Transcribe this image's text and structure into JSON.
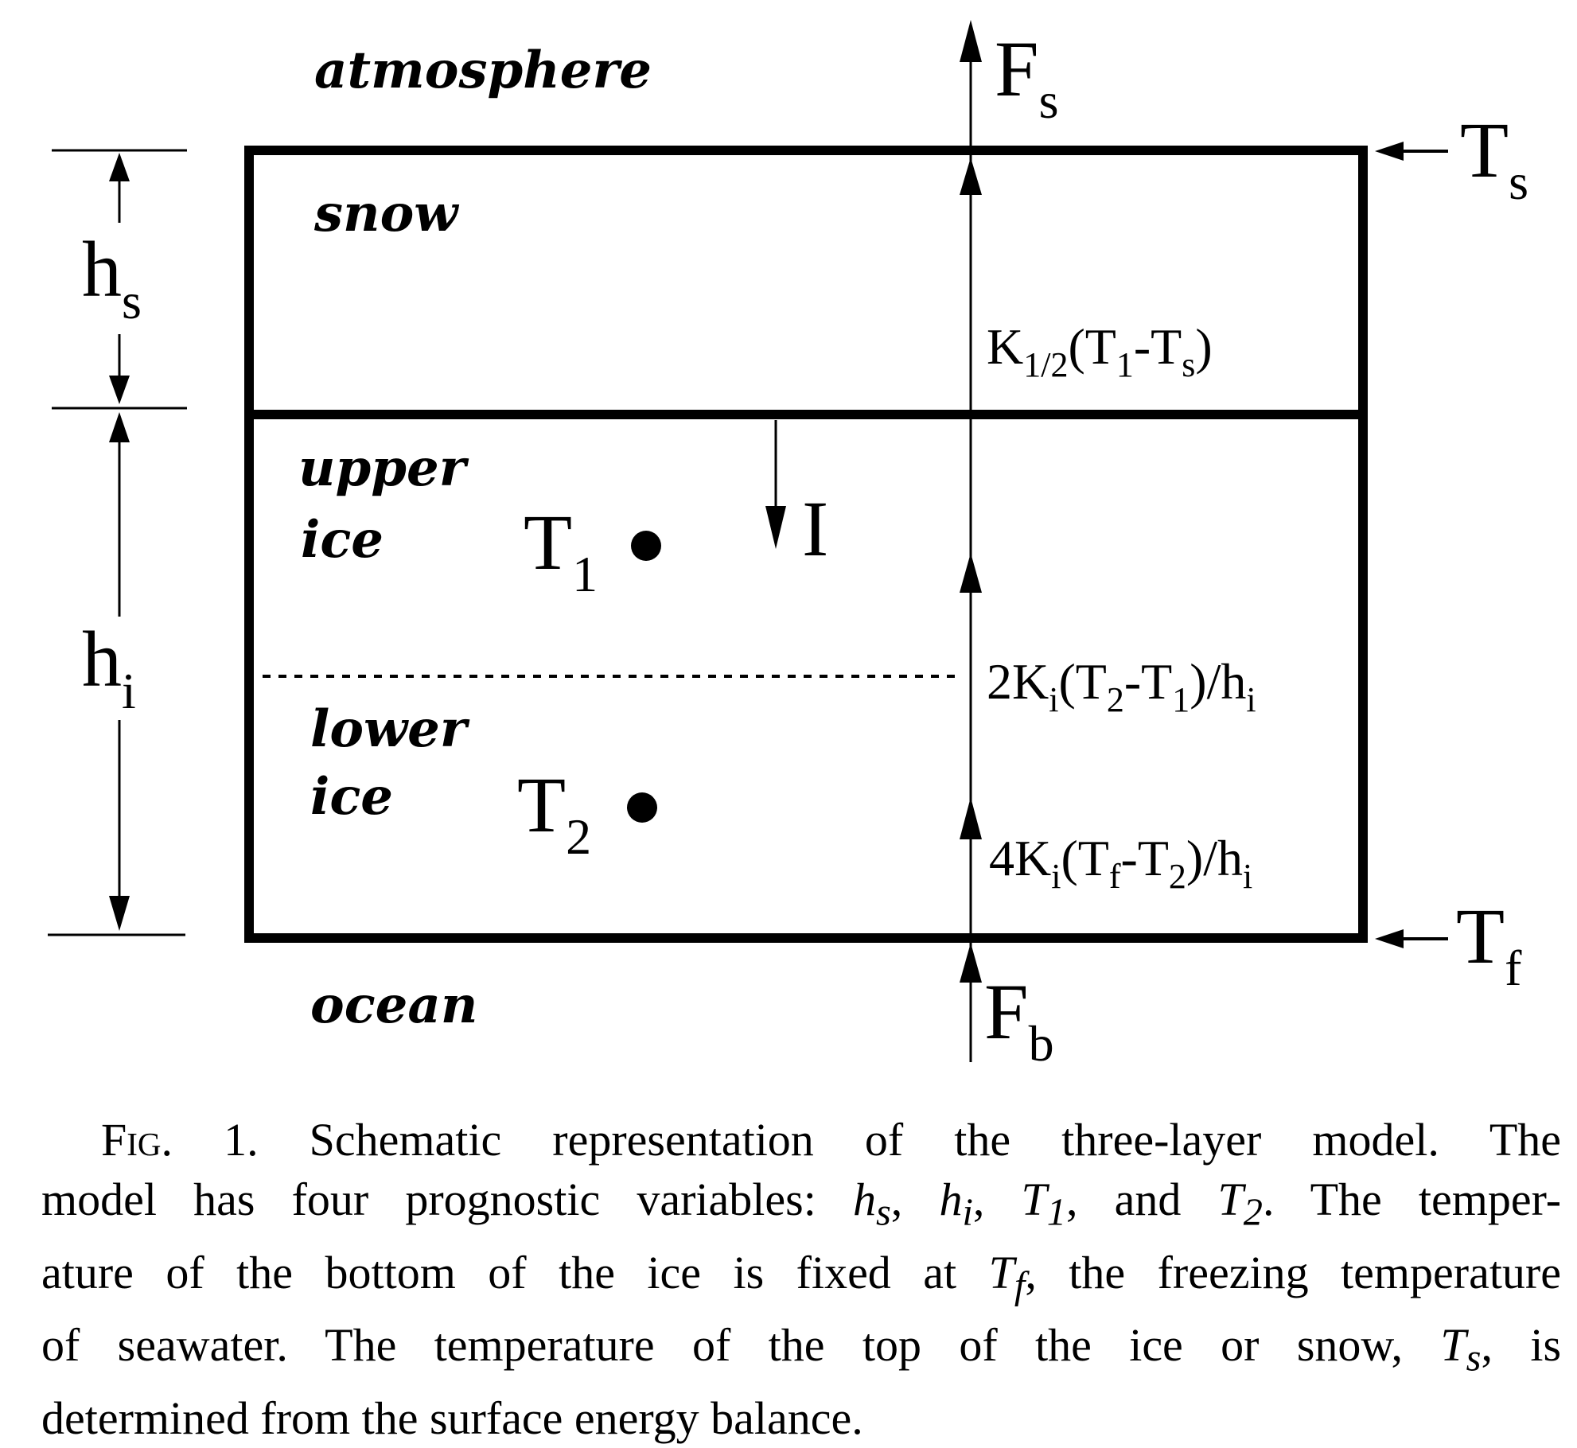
{
  "diagram": {
    "layers": {
      "atmosphere": "atmosphere",
      "snow": "snow",
      "upper_ice": [
        "upper",
        "ice"
      ],
      "lower_ice": [
        "lower",
        "ice"
      ],
      "ocean": "ocean"
    },
    "thickness": {
      "snow": {
        "base": "h",
        "sub": "s"
      },
      "ice": {
        "base": "h",
        "sub": "i"
      }
    },
    "fluxes": {
      "surface": {
        "base": "F",
        "sub": "s"
      },
      "bottom": {
        "base": "F",
        "sub": "b"
      },
      "shortwave": "I"
    },
    "boundary_temps": {
      "top": {
        "base": "T",
        "sub": "s"
      },
      "bottom": {
        "base": "T",
        "sub": "f"
      }
    },
    "layer_temps": {
      "upper": {
        "base": "T",
        "sub": "1"
      },
      "lower": {
        "base": "T",
        "sub": "2"
      }
    },
    "conduction": {
      "snow": {
        "k": "K",
        "k_sub": "1/2",
        "open": "(T",
        "a_sub": "1",
        "minus": "-T",
        "b_sub": "s",
        "close": ")"
      },
      "middle": {
        "k": "2K",
        "k_sub": "i",
        "open": "(T",
        "a_sub": "2",
        "minus": "-T",
        "b_sub": "1",
        "close": ")/h",
        "h_sub": "i"
      },
      "bottom": {
        "k": "4K",
        "k_sub": "i",
        "open": "(T",
        "a_sub": "f",
        "minus": "-T",
        "b_sub": "2",
        "close": ")/h",
        "h_sub": "i"
      }
    }
  },
  "caption": {
    "fig": "Fig.",
    "number": "1.",
    "l1": "Schematic representation of the three-layer model. The",
    "l2_a": "model has four prognostic variables:",
    "v_hs": "h",
    "v_hs_sub": "s",
    "v_hi": "h",
    "v_hi_sub": "i",
    "v_t1": "T",
    "v_t1_sub": "1",
    "and": "and",
    "v_t2": "T",
    "v_t2_sub": "2",
    "l2_b": ". The temper-",
    "l3_a": "ature of the bottom of the ice is fixed at",
    "v_tf": "T",
    "v_tf_sub": "f",
    "l3_b": ", the freezing temperature",
    "l4_a": "of seawater. The temperature of the top of the ice or snow,",
    "v_ts": "T",
    "v_ts_sub": "s",
    "l4_b": ", is",
    "l5": "determined from the surface energy balance."
  }
}
